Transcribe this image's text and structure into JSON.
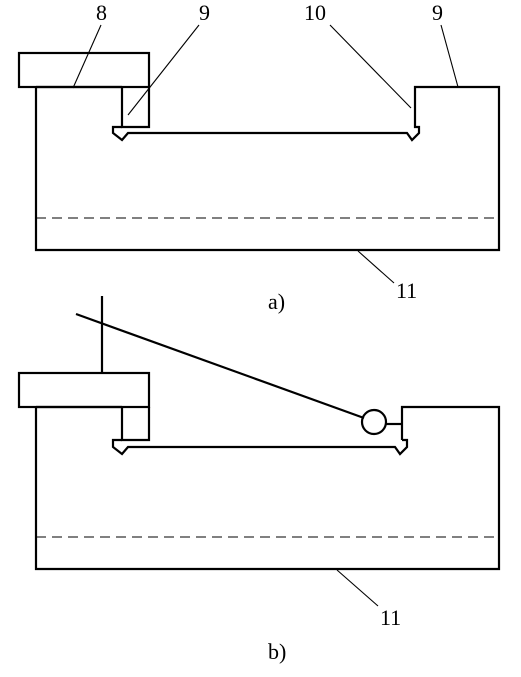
{
  "figure_a": {
    "caption": "a)",
    "callouts": [
      "8",
      "9",
      "10",
      "9",
      "11"
    ]
  },
  "figure_b": {
    "caption": "b)",
    "callouts": [
      "11"
    ]
  }
}
